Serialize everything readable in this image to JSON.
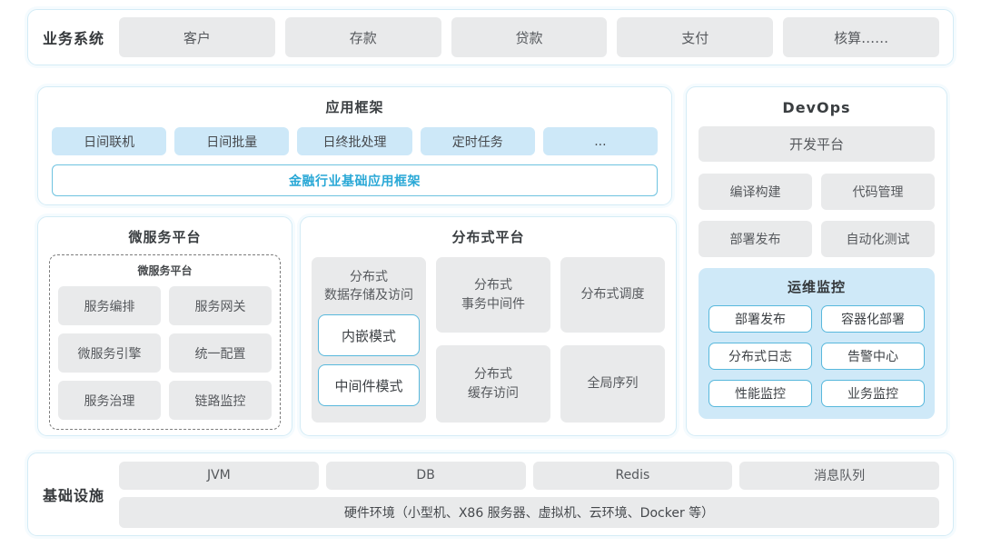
{
  "business_systems": {
    "label": "业务系统",
    "items": [
      "客户",
      "存款",
      "贷款",
      "支付",
      "核算……"
    ]
  },
  "app_framework": {
    "title": "应用框架",
    "modules": [
      "日间联机",
      "日间批量",
      "日终批处理",
      "定时任务",
      "..."
    ],
    "base_framework_label": "金融行业基础应用框架"
  },
  "devops": {
    "title": "DevOps",
    "dev_platform_label": "开发平台",
    "tools": [
      "编译构建",
      "代码管理",
      "部署发布",
      "自动化测试"
    ],
    "ops_monitoring": {
      "title": "运维监控",
      "items": [
        "部署发布",
        "容器化部署",
        "分布式日志",
        "告警中心",
        "性能监控",
        "业务监控"
      ]
    }
  },
  "microservices_platform": {
    "title": "微服务平台",
    "inner_group_title": "微服务平台",
    "items": [
      "服务编排",
      "服务网关",
      "微服务引擎",
      "统一配置",
      "服务治理",
      "链路监控"
    ]
  },
  "distributed_platform": {
    "title": "分布式平台",
    "data_storage": {
      "title_line1": "分布式",
      "title_line2": "数据存储及访问",
      "modes": [
        "内嵌模式",
        "中间件模式"
      ]
    },
    "transaction": {
      "line1": "分布式",
      "line2": "事务中间件"
    },
    "scheduling": "分布式调度",
    "cache": {
      "line1": "分布式",
      "line2": "缓存访问"
    },
    "sequence": "全局序列"
  },
  "infrastructure": {
    "label": "基础设施",
    "items": [
      "JVM",
      "DB",
      "Redis",
      "消息队列"
    ],
    "hardware_label": "硬件环境（小型机、X86 服务器、虚拟机、云环境、Docker 等）"
  },
  "colors": {
    "panel_border": "#d4ecf6",
    "box_gray": "#e9eaeb",
    "box_blue": "#cde8f8",
    "monitor_bg": "#cfe9f8",
    "accent_cyan_border": "#58b8dc",
    "accent_cyan_text": "#29a8d6",
    "text_dark": "#35383b",
    "text_gray": "#56595d"
  }
}
